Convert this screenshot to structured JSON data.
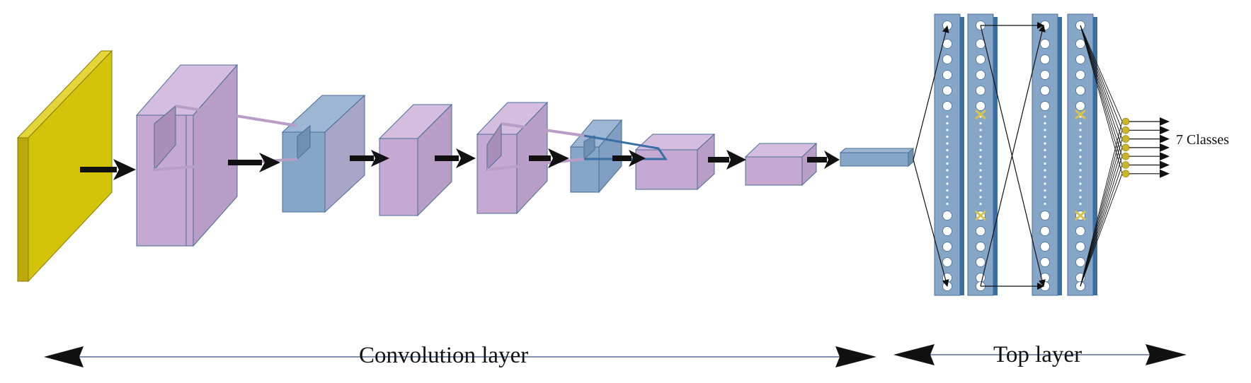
{
  "labels": {
    "output": "7 Classes",
    "convolution": "Convolution layer",
    "top": "Top layer"
  },
  "colors": {
    "input": "#d3c40a",
    "pink_block": "#c6a9d3",
    "blue_block": "#86a6c8",
    "fc_column": "#86a6c8",
    "neuron": "#ffffff",
    "dropout_mark": "#d8c34a",
    "output_node": "#cbb52a",
    "arrow": "#111111",
    "edge": "#4a6e97"
  },
  "icons": {
    "flow_arrow": "arrow-right-icon",
    "dropout": "dropout-x-icon"
  }
}
